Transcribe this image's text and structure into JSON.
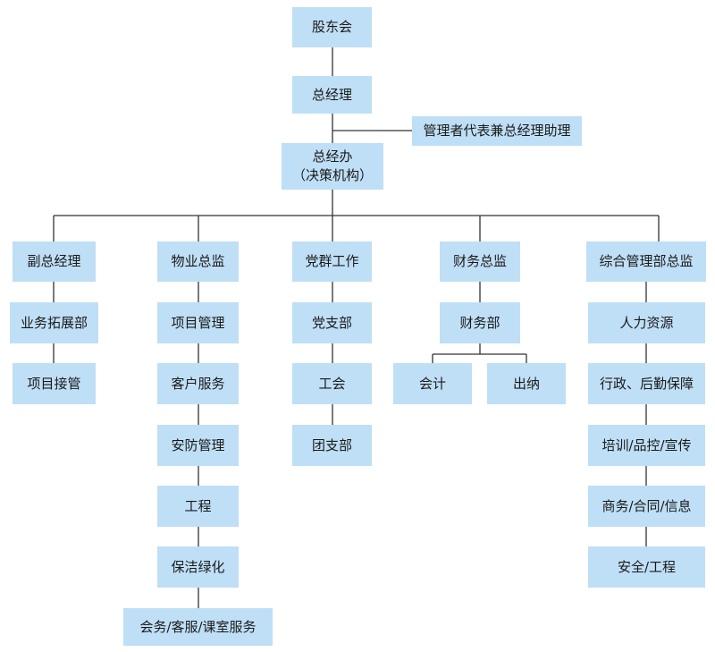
{
  "top": {
    "shareholders": "股东会",
    "gm": "总经理",
    "rep": "管理者代表兼总经理助理",
    "office_line1": "总经办",
    "office_line2": "（决策机构）"
  },
  "columns": [
    {
      "head": "副总经理",
      "items": [
        "业务拓展部",
        "项目接管"
      ]
    },
    {
      "head": "物业总监",
      "items": [
        "项目管理",
        "客户服务",
        "安防管理",
        "工程",
        "保洁绿化",
        "会务/客服/课室服务"
      ]
    },
    {
      "head": "党群工作",
      "items": [
        "党支部",
        "工会",
        "团支部"
      ]
    },
    {
      "head": "财务总监",
      "items": [
        "财务部"
      ],
      "sub": [
        "会计",
        "出纳"
      ]
    },
    {
      "head": "综合管理部总监",
      "items": [
        "人力资源",
        "行政、后勤保障",
        "培训/品控/宣传",
        "商务/合同/信息",
        "安全/工程"
      ]
    }
  ]
}
